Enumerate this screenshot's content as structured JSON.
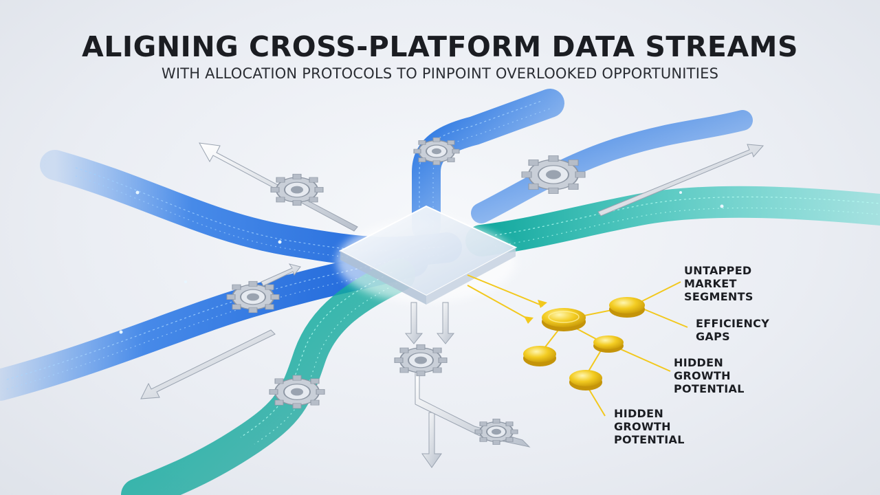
{
  "header": {
    "title": "ALIGNING CROSS-PLATFORM DATA STREAMS",
    "subtitle": "WITH ALLOCATION PROTOCOLS TO PINPOINT OVERLOOKED OPPORTUNITIES"
  },
  "opportunities": [
    {
      "label": "UNTAPPED\nMARKET\nSEGMENTS"
    },
    {
      "label": "EFFICIENCY\nGAPS"
    },
    {
      "label": "HIDDEN\nGROWTH\nPOTENTIAL"
    },
    {
      "label": "HIDDEN\nGROWTH\nPOTENTIAL"
    }
  ],
  "colors": {
    "blue_stream": "#1f6fe0",
    "teal_stream": "#12b3a6",
    "gold_node": "#f2c81c",
    "hub": "#dfe8f2"
  },
  "icons": [
    "gear-icon",
    "arrow-icon",
    "hub-chip-icon",
    "gold-coin-icon"
  ]
}
